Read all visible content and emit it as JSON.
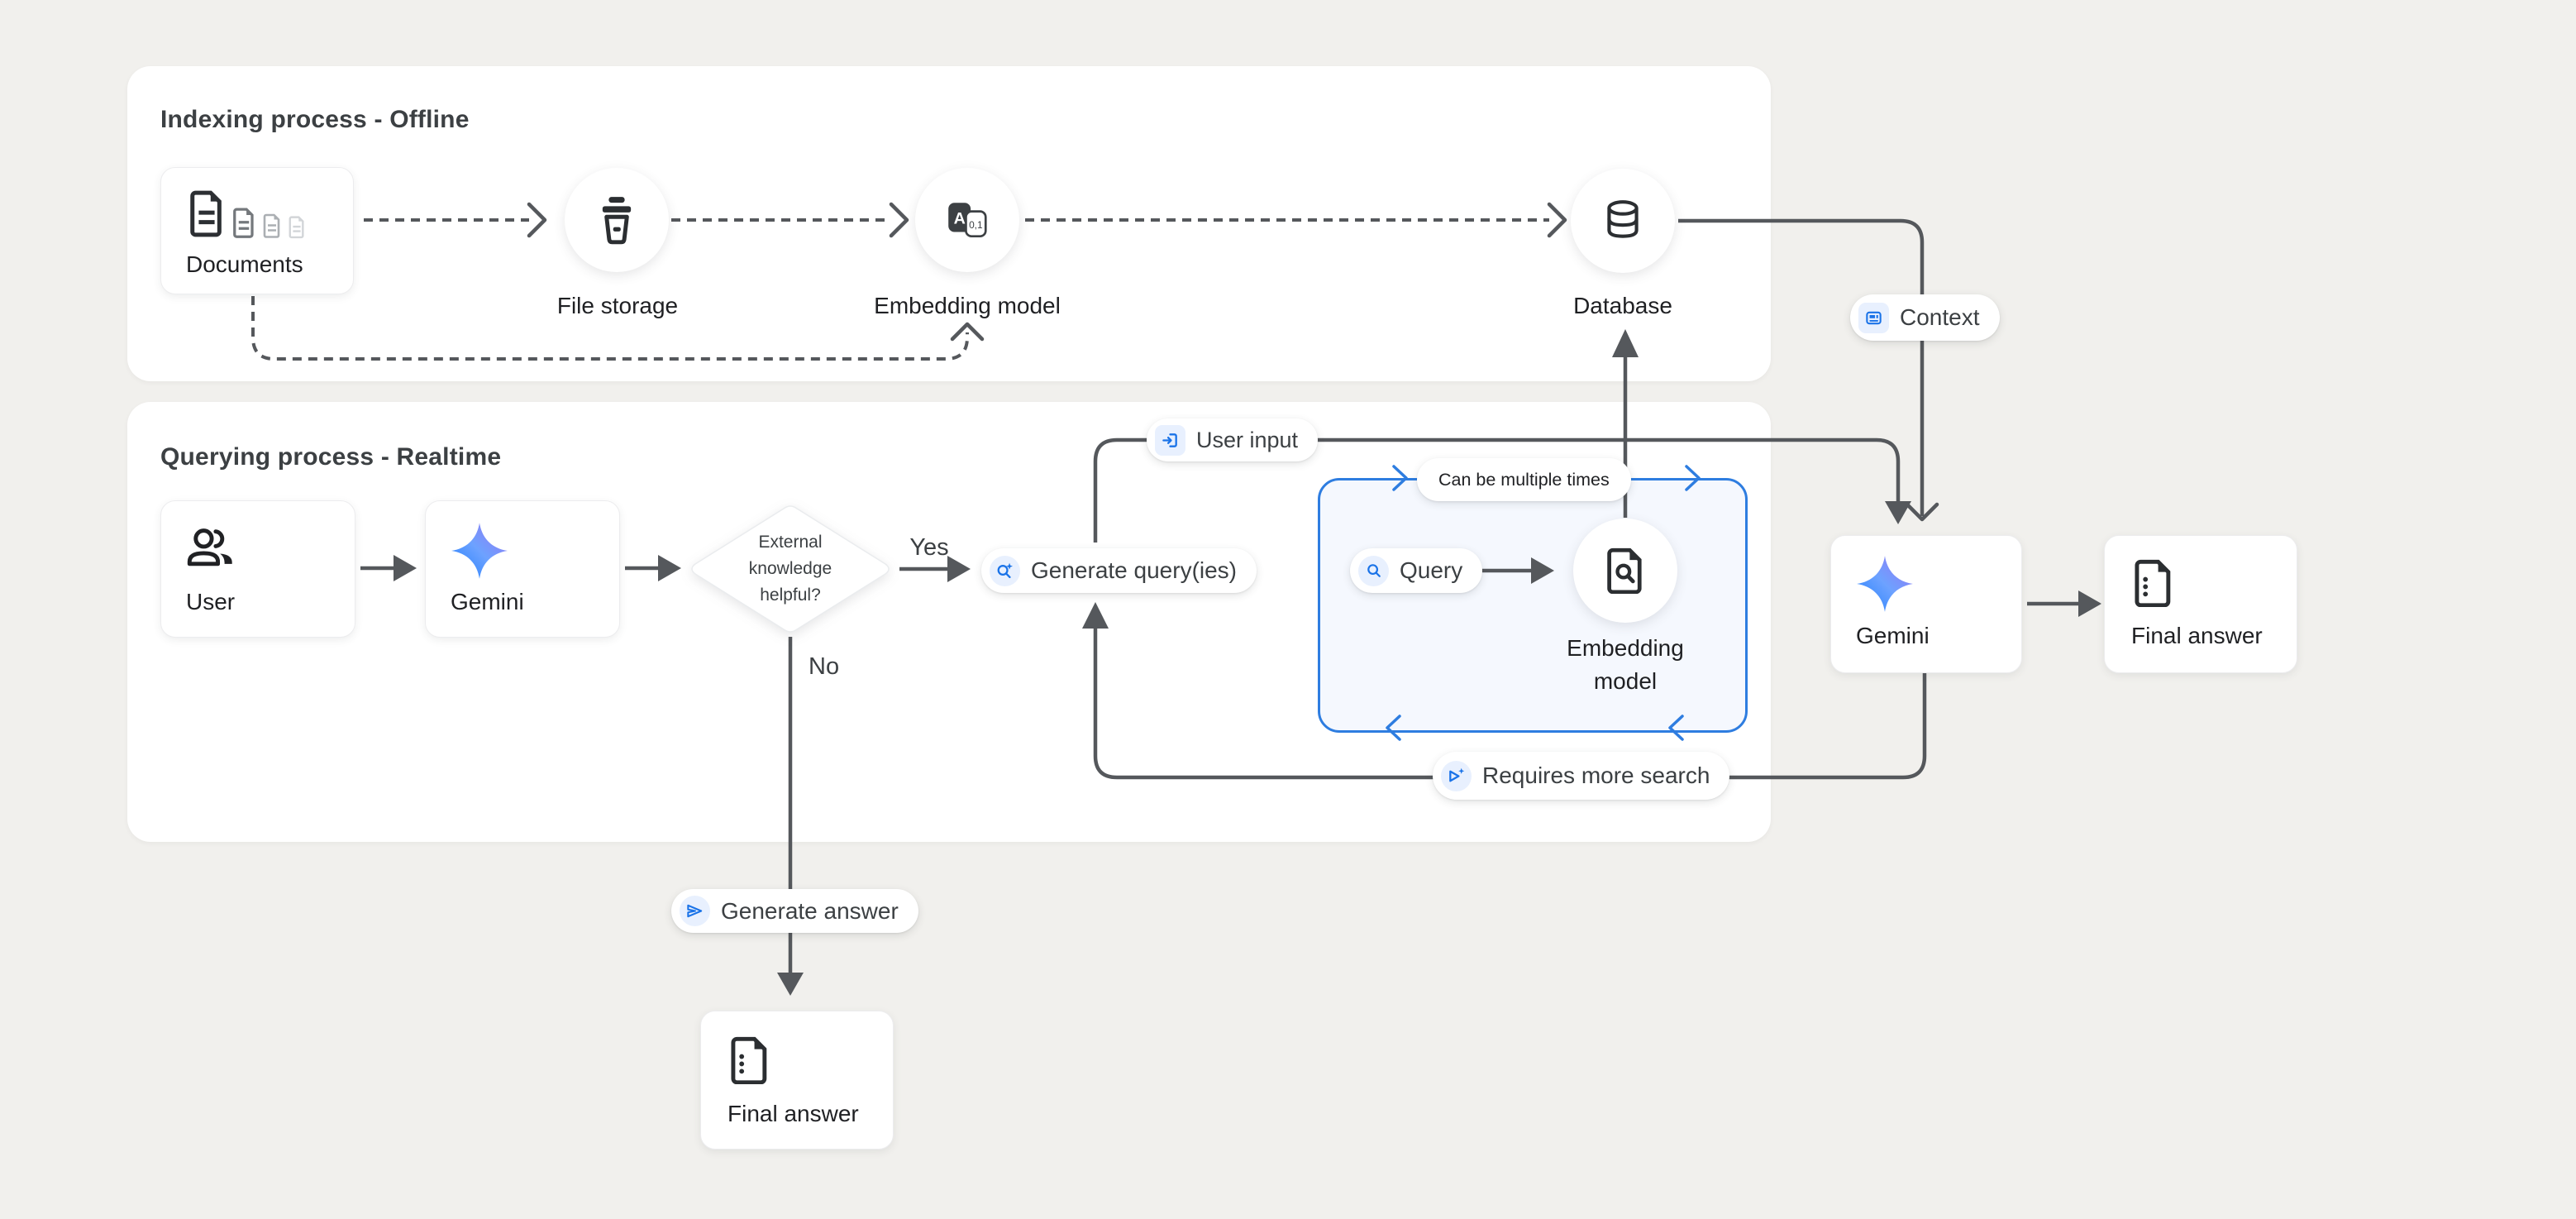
{
  "colors": {
    "page_background": "#f1f0ed",
    "panel_background": "#ffffff",
    "connector_gray": "#55585c",
    "accent_blue": "#1a73e8",
    "iteration_box_blue": "#2e7de0",
    "chip_light_blue": "#e8f0fe",
    "gemini_gradient_start": "#1c7dfd",
    "gemini_gradient_end": "#9873f2",
    "text_primary": "#202124",
    "text_secondary": "#3c4043"
  },
  "indexing": {
    "title": "Indexing process - Offline",
    "documents_label": "Documents",
    "file_storage_label": "File storage",
    "embedding_label": "Embedding model",
    "embedding_icon_letter": "A",
    "embedding_icon_digits": "0,1",
    "database_label": "Database"
  },
  "querying": {
    "title": "Querying process - Realtime",
    "user_label": "User",
    "gemini_label": "Gemini",
    "decision_question": "External knowledge helpful?",
    "yes": "Yes",
    "no": "No",
    "generate_queries": "Generate query(ies)",
    "user_input": "User input",
    "can_be_multiple_times": "Can be multiple times",
    "query": "Query",
    "embedding_label": "Embedding model",
    "requires_more_search": "Requires more search",
    "generate_answer": "Generate answer",
    "final_answer_label": "Final answer"
  },
  "output": {
    "context": "Context",
    "gemini_label": "Gemini",
    "final_answer_label": "Final answer"
  }
}
